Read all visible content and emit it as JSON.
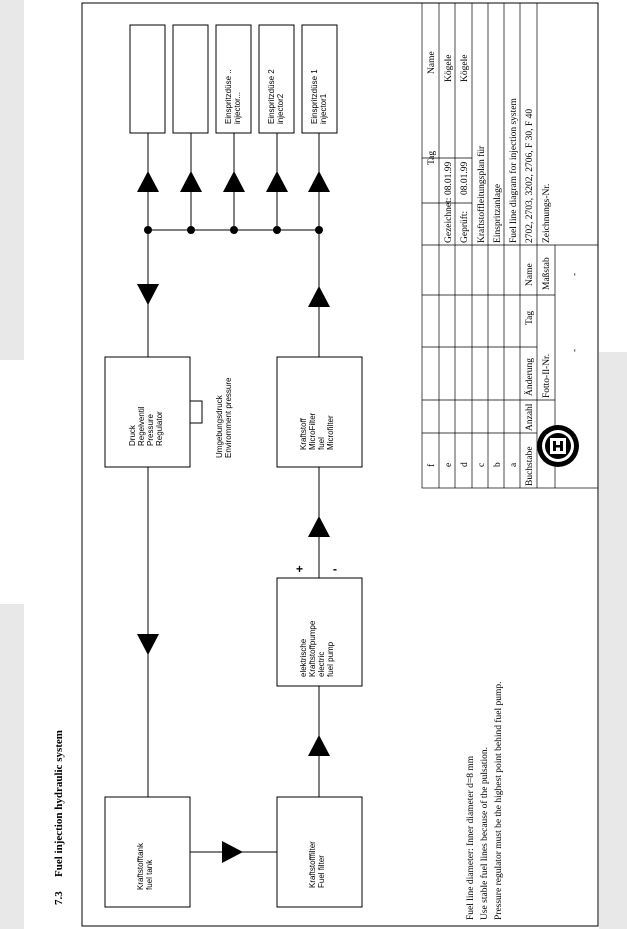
{
  "section": {
    "number": "7.3",
    "title": "Fuel injection hydraulic system"
  },
  "notes": [
    "Fuel line diameter: Inner diameter d=8 mm",
    "Use stable fuel lines because of the pulsation.",
    "Pressure regulator must be the highest point behind fuel pump."
  ],
  "blocks": {
    "tank": [
      "Kraftstofftank",
      "fuel tank"
    ],
    "filter": [
      "Kraftstofffilter",
      "Fuel filter"
    ],
    "pump": [
      "elektrische",
      "Kraftstoffpumpe",
      "electric",
      "fuel pump"
    ],
    "microfilter": [
      "Kraftstoff",
      "MicroFilter",
      "fuel",
      "Microfilter"
    ],
    "regulator": [
      "Druck",
      "Regelventil",
      "Pressure",
      "Regulator"
    ],
    "ambient": [
      "Umgebungsdruck",
      "Enviromment pressure"
    ],
    "injector1": [
      "Einspritzdüse 1",
      "injector1"
    ],
    "injector2": [
      "Einspritzdüse 2",
      "injector2"
    ],
    "injector3": [
      "Einspritzdüse ..",
      "injector..."
    ]
  },
  "pump_terminals": {
    "plus": "+",
    "minus": "-"
  },
  "title_block": {
    "revision_letters": [
      "f",
      "e",
      "d",
      "c",
      "b",
      "a"
    ],
    "headers": {
      "buchstabe": "Buchstabe",
      "anzahl": "Anzahl",
      "aenderung": "Änderung",
      "tag": "Tag",
      "name": "Name"
    },
    "col_tag": "Tag",
    "col_name": "Name",
    "drawn_label": "Gezeichnet:",
    "drawn_date": "08.01.99",
    "drawn_name": "Kögele",
    "checked_label": "Geprüft:",
    "checked_date": "08.01.99",
    "checked_name": "Kögele",
    "title_de_1": "Kraftstoffleitungsplan für",
    "title_de_2": "Einspritzanlage",
    "title_en": "Fuel line diagram for injection system",
    "models": "2702, 2703, 3202, 2706, F 30, F 40",
    "drawing_no_label": "Zeichnungs-Nr.",
    "fotto_label": "Fotto-Il-Nr.",
    "scale_label": "Maßstab",
    "dash": "-"
  }
}
